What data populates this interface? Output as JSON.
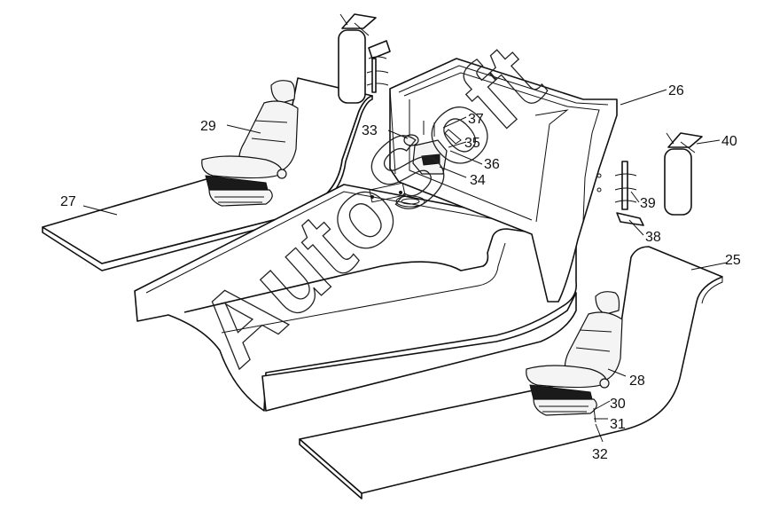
{
  "watermark": "AutoSoft",
  "callouts": {
    "c25": "25",
    "c26": "26",
    "c27": "27",
    "c28": "28",
    "c29": "29",
    "c30": "30",
    "c31": "31",
    "c32": "32",
    "c33": "33",
    "c34": "34",
    "c35": "35",
    "c36": "36",
    "c37": "37",
    "c38": "38",
    "c39": "39",
    "c40": "40"
  }
}
